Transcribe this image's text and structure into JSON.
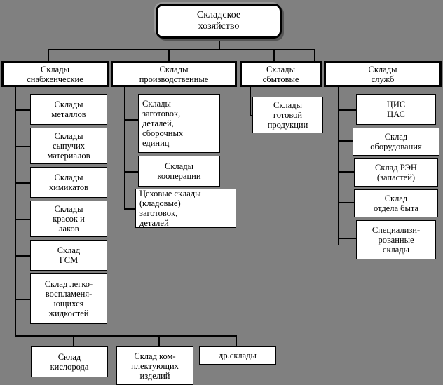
{
  "diagram": {
    "title": "Складское хозяйство",
    "background_color": "#808080",
    "box_fill_color": "#ffffff",
    "line_color": "#000000",
    "root": {
      "label": "Складское\nхозяйство"
    },
    "branches": [
      {
        "id": "supply",
        "label": "Склады\nснабженческие",
        "children": [
          {
            "label": "Склады\nметаллов"
          },
          {
            "label": "Склады\nсыпучих\nматериалов"
          },
          {
            "label": "Склады\nхимикатов"
          },
          {
            "label": "Склады\nкрасок и\nлаков"
          },
          {
            "label": "Склад\nГСМ"
          },
          {
            "label": "Склад легко-\nвоспламеня-\nющихся\nжидкостей"
          }
        ]
      },
      {
        "id": "production",
        "label": "Склады\nпроизводственные",
        "children": [
          {
            "label": "Склады\nзаготовок,\nдеталей,\nсборочных\nединиц",
            "align": "left"
          },
          {
            "label": "Склады\nкооперации"
          },
          {
            "label": "Цеховые склады\n(кладовые)\nзаготовок,\nдеталей",
            "align": "left"
          }
        ]
      },
      {
        "id": "sales",
        "label": "Склады\nсбытовые",
        "children": [
          {
            "label": "Склады\nготовой\nпродукции"
          }
        ]
      },
      {
        "id": "services",
        "label": "Склады\nслужб",
        "children": [
          {
            "label": "ЦИС\nЦАС"
          },
          {
            "label": "Склад\nоборудования"
          },
          {
            "label": "Склад РЭН\n(запастей)"
          },
          {
            "label": "Склад\nотдела быта"
          },
          {
            "label": "Специализи-\nрованные\nсклады"
          }
        ]
      }
    ],
    "bottom_row": [
      {
        "label": "Склад\nкислорода"
      },
      {
        "label": "Склад ком-\nплектующих\nизделий"
      },
      {
        "label": "др.склады"
      }
    ]
  }
}
